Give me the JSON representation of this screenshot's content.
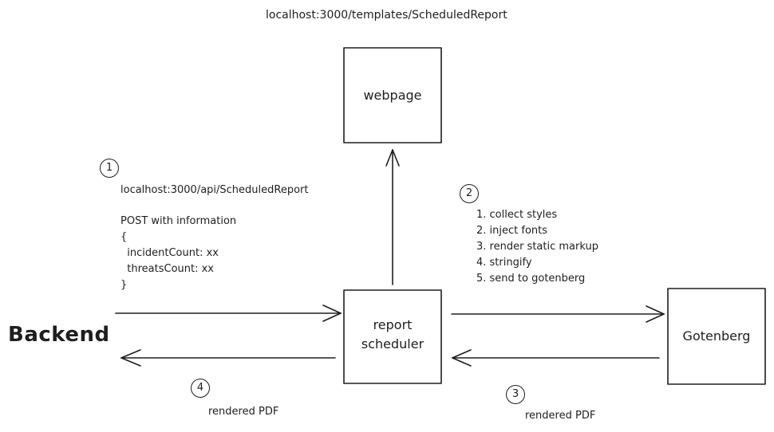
{
  "webpage_url": "localhost:3000/templates/ScheduledReport",
  "nodes": {
    "webpage": "webpage",
    "report_scheduler": "report\nscheduler",
    "gotenberg": "Gotenberg",
    "backend": "Backend"
  },
  "steps": [
    {
      "number": "1",
      "url": "localhost:3000/api/ScheduledReport",
      "request": "POST with information\n{\n  incidentCount: xx\n  threatsCount: xx\n}"
    },
    {
      "number": "2",
      "list": "1. collect styles\n2. inject fonts\n3. render static markup\n4. stringify\n5. send to gotenberg"
    },
    {
      "number": "3",
      "label": "rendered PDF"
    },
    {
      "number": "4",
      "label": "rendered PDF"
    }
  ]
}
